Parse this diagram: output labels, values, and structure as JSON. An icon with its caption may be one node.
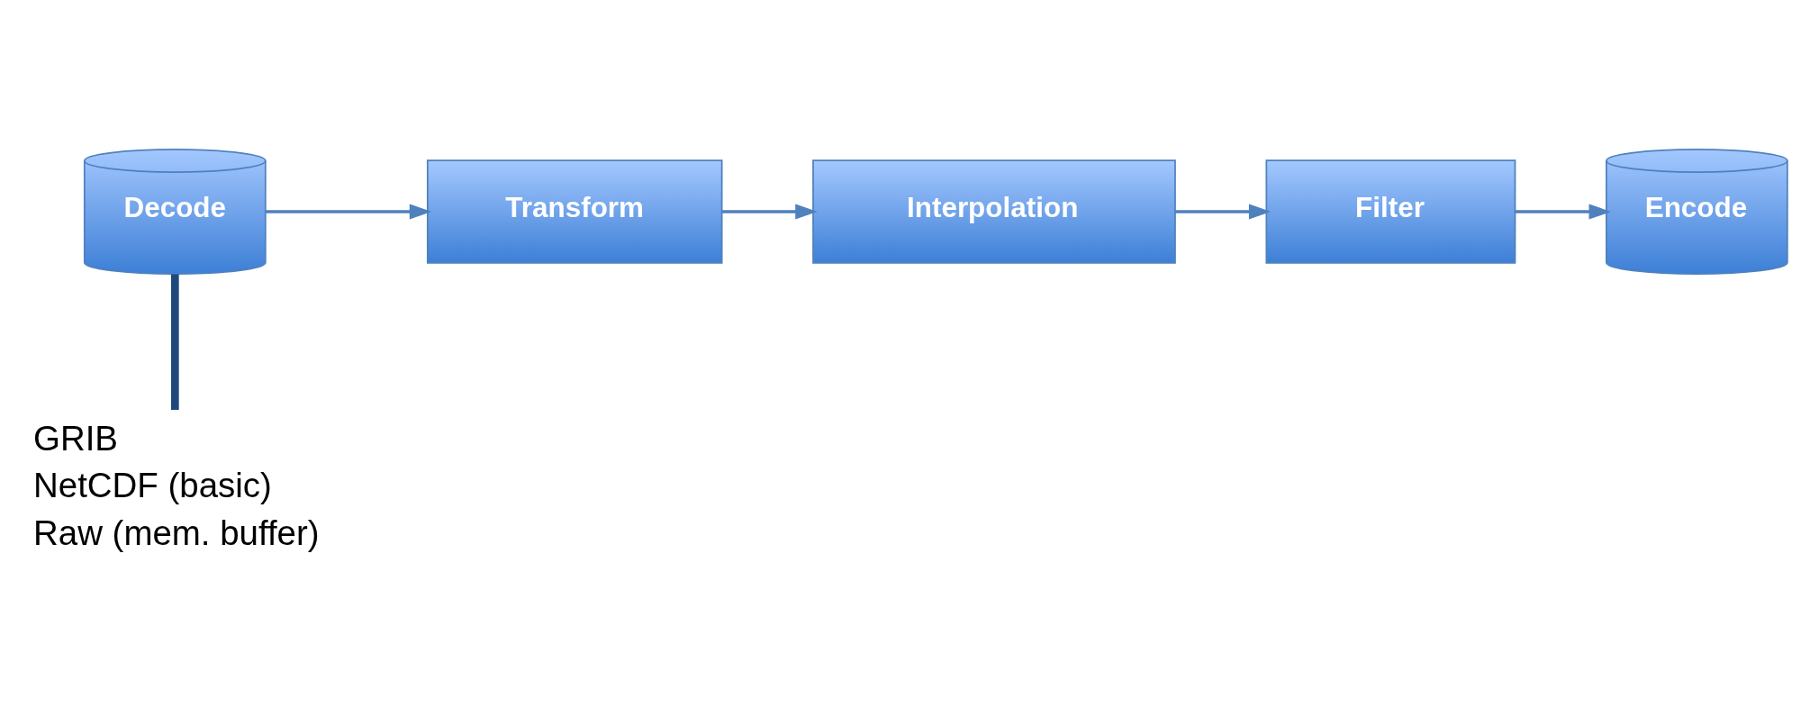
{
  "diagram": {
    "nodes": [
      {
        "text": [
          "Decode"
        ]
      },
      {
        "text": [
          "Transform"
        ]
      },
      {
        "text": [
          "Interpolation"
        ]
      },
      {
        "text": [
          "Filter"
        ]
      },
      {
        "text": [
          "Encode"
        ]
      },
      {
        "text": [
          "GRIB",
          "NetCDF (basic)",
          "Raw (mem. buffer)"
        ]
      }
    ],
    "edges": [
      {
        "from": 0,
        "to": 1,
        "arrow": "to"
      },
      {
        "from": 1,
        "to": 2,
        "arrow": "to"
      },
      {
        "from": 2,
        "to": 3,
        "arrow": "to"
      },
      {
        "from": 3,
        "to": 4,
        "arrow": "to"
      },
      {
        "from": 5,
        "to": 0,
        "arrow": "none",
        "style": "thick",
        "color": "#1f497d"
      }
    ]
  }
}
